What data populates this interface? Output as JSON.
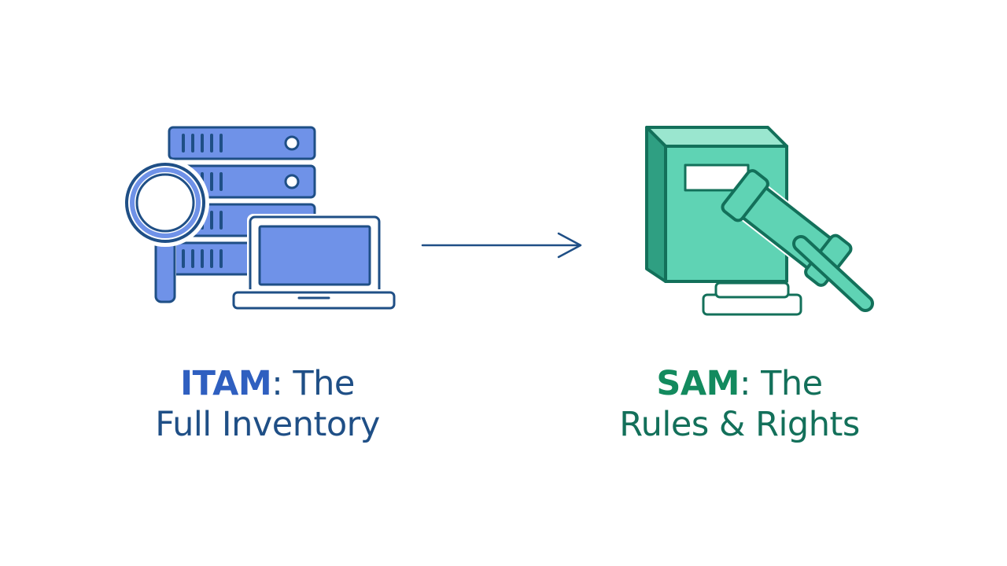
{
  "colors": {
    "background": "#ffffff",
    "itam_accent": "#2f5fc0",
    "itam_text": "#1f4f86",
    "itam_fill": "#6f92e8",
    "itam_stroke": "#1f4f86",
    "sam_accent": "#138a5e",
    "sam_text": "#13705a",
    "sam_fill": "#5fd3b4",
    "sam_stroke": "#13705a",
    "arrow": "#1f4f86"
  },
  "itam": {
    "icons": [
      "server-rack-icon",
      "magnifying-glass-icon",
      "laptop-icon"
    ],
    "label_strong": "ITAM",
    "label_rest": ": The",
    "label_line2": "Full Inventory"
  },
  "sam": {
    "icons": [
      "book-icon",
      "gavel-icon"
    ],
    "label_strong": "SAM",
    "label_rest": ": The",
    "label_line2": "Rules & Rights"
  },
  "connector": {
    "icon": "arrow-right-icon"
  }
}
